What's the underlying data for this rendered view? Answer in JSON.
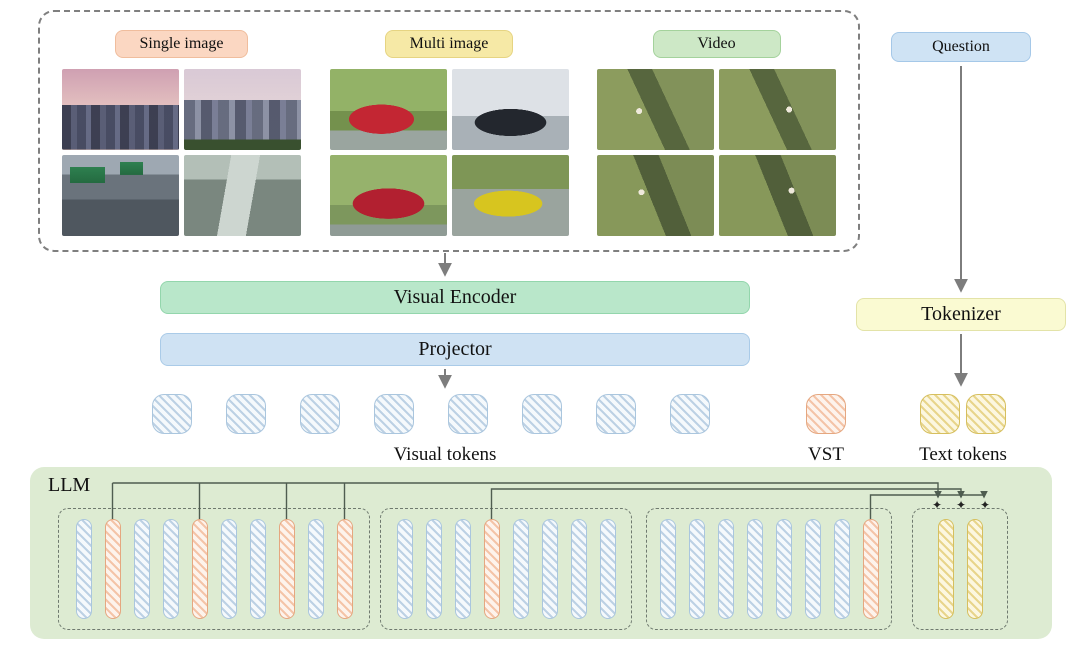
{
  "input_panel": {
    "groups": [
      {
        "label": "Single image",
        "badge_color": "#fbd7c2",
        "photos": [
          "city-skyline-dusk",
          "city-towers-day",
          "highway-green-signs",
          "curved-road"
        ]
      },
      {
        "label": "Multi image",
        "badge_color": "#f6e9a6",
        "photos": [
          "red-hatchback-front",
          "black-supercar",
          "red-suv-side",
          "yellow-supercar-track"
        ]
      },
      {
        "label": "Video",
        "badge_color": "#cde8c6",
        "photos": [
          "hillside-frame-1",
          "hillside-frame-2",
          "hillside-frame-3",
          "hillside-frame-4"
        ]
      }
    ]
  },
  "question": {
    "label": "Question",
    "color": "#cfe3f4"
  },
  "pipeline": {
    "visual_encoder": {
      "label": "Visual Encoder",
      "color": "#b9e7ca"
    },
    "projector": {
      "label": "Projector",
      "color": "#cfe2f3"
    },
    "tokenizer": {
      "label": "Tokenizer",
      "color": "#fafad2"
    }
  },
  "token_row": {
    "visual": {
      "label": "Visual tokens",
      "count": 8,
      "color": "#dcebf7"
    },
    "vst": {
      "label": "VST",
      "count": 1,
      "color": "#f8d8c2"
    },
    "text": {
      "label": "Text tokens",
      "count": 2,
      "color": "#f3e6a8"
    }
  },
  "llm": {
    "label": "LLM",
    "background": "#ddebd2",
    "star_glyph": "✦",
    "star_count": 3,
    "blocks": [
      {
        "pills": [
          "blue",
          "orange",
          "blue",
          "blue",
          "orange",
          "blue",
          "blue",
          "orange",
          "blue",
          "orange"
        ]
      },
      {
        "pills": [
          "blue",
          "blue",
          "blue",
          "orange",
          "blue",
          "blue",
          "blue",
          "blue"
        ]
      },
      {
        "pills": [
          "blue",
          "blue",
          "blue",
          "blue",
          "blue",
          "blue",
          "blue",
          "orange"
        ]
      },
      {
        "pills": [
          "yellow",
          "yellow"
        ]
      }
    ]
  }
}
